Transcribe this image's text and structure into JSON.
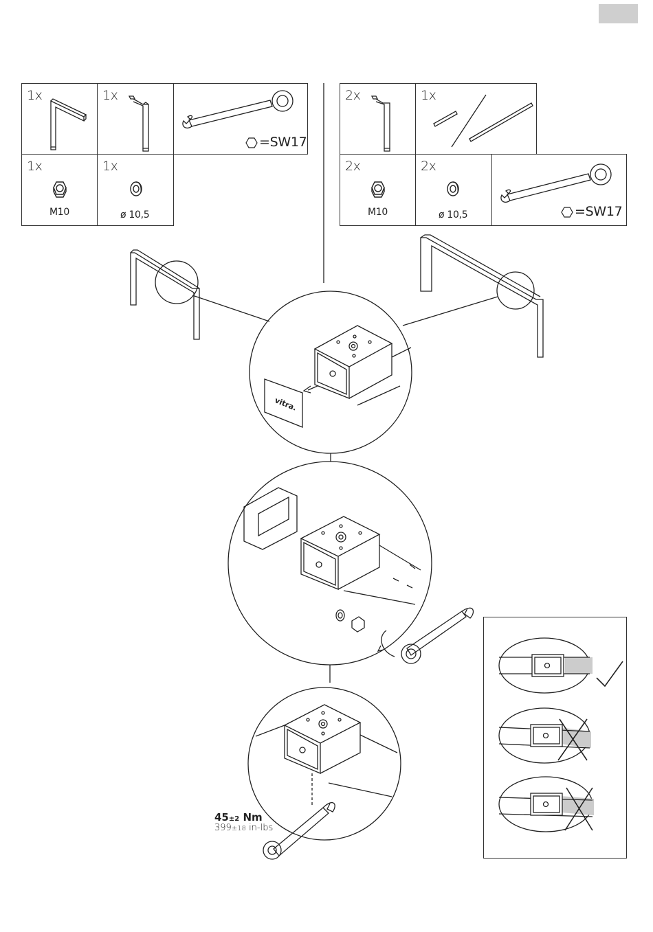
{
  "page": {
    "page_tab_color": "#cfcfcf"
  },
  "kit_left": {
    "bent_leg_qty": "1x",
    "straight_leg_qty": "1x",
    "nut_qty": "1x",
    "nut_label": "M10",
    "washer_qty": "1x",
    "washer_label": "ø 10,5",
    "wrench_label": "=SW17"
  },
  "kit_right": {
    "leg_qty": "2x",
    "rails_qty": "1x",
    "nut_qty": "2x",
    "nut_label": "M10",
    "washer_qty": "2x",
    "washer_label": "ø 10,5",
    "wrench_label": "=SW17"
  },
  "cap_brand": "vitra.",
  "torque": {
    "nm_value": "45",
    "nm_tol": "±2",
    "nm_unit": " Nm",
    "inlbs_value": "399",
    "inlbs_tol": "±18",
    "inlbs_unit": " in-lbs"
  },
  "alignment_checks": [
    {
      "result": "correct",
      "icon": "check-icon"
    },
    {
      "result": "wrong",
      "icon": "cross-icon"
    },
    {
      "result": "wrong",
      "icon": "cross-icon"
    }
  ],
  "colors": {
    "line": "#222222",
    "fill_grey": "#cccccc"
  }
}
